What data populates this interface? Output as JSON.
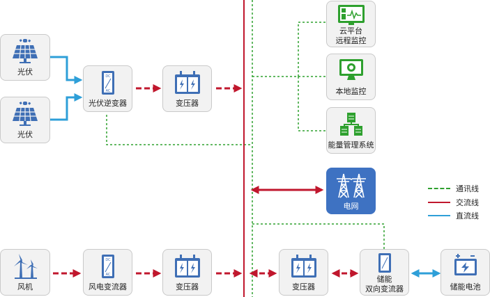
{
  "nodes": {
    "pv1": "光伏",
    "pv2": "光伏",
    "pv_inverter": "光伏逆变器",
    "transformer_pv": "变压器",
    "cloud_line1": "云平台",
    "cloud_line2": "远程监控",
    "local_monitor": "本地监控",
    "ems": "能量管理系统",
    "grid": "电网",
    "wind": "风机",
    "wind_converter": "风电变流器",
    "transformer_wind": "变压器",
    "transformer_storage": "变压器",
    "pcs_line1": "储能",
    "pcs_line2": "双向变流器",
    "battery": "储能电池"
  },
  "legend": [
    {
      "label": "通讯线",
      "color": "#2ea02e",
      "style": "dashed"
    },
    {
      "label": "交流线",
      "color": "#c0172d",
      "style": "solid"
    },
    {
      "label": "直流线",
      "color": "#2e9fd8",
      "style": "solid"
    }
  ],
  "colors": {
    "ac": "#c0172d",
    "dc": "#2e9fd8",
    "comm": "#2ea02e",
    "icon_blue": "#3f6fb5",
    "icon_green": "#2ea02e",
    "grid_bg": "#3e72c2"
  }
}
